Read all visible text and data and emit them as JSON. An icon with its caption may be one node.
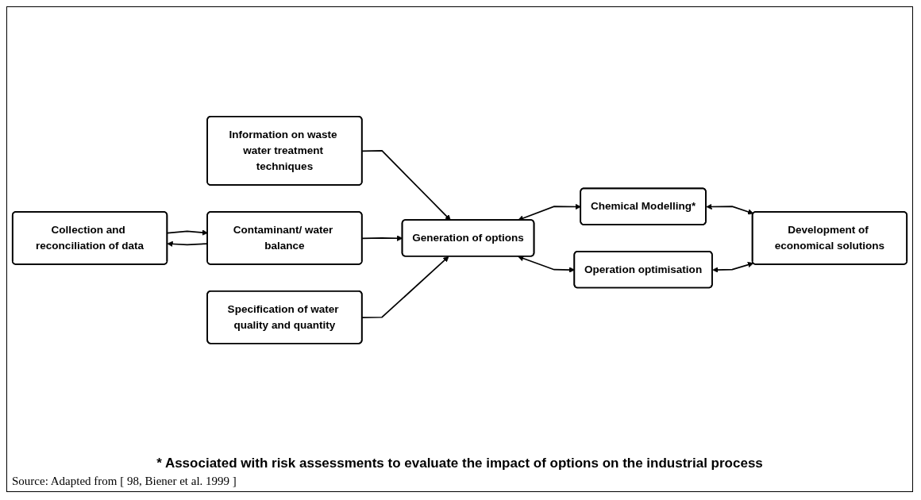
{
  "diagram": {
    "caption": "Source: Adapted from [ 98, Biener et al. 1999 ]",
    "nodes": [
      {
        "text": [
          "Information on waste water treatment techniques"
        ]
      },
      {
        "text": [
          "Collection and reconciliation of data"
        ]
      },
      {
        "text": [
          "Contaminant/ water balance"
        ]
      },
      {
        "text": [
          "Generation of options"
        ]
      },
      {
        "text": [
          "Chemical Modelling*"
        ]
      },
      {
        "text": [
          "Development of economical solutions"
        ]
      },
      {
        "text": [
          "Operation optimisation"
        ]
      },
      {
        "text": [
          "Specification of water quality and quantity"
        ]
      }
    ],
    "edges": [
      {
        "from": 0,
        "to": 3,
        "arrow": "to"
      },
      {
        "from": 1,
        "to": 2,
        "arrow": "to"
      },
      {
        "from": 2,
        "to": 1,
        "arrow": "to"
      },
      {
        "from": 2,
        "to": 3,
        "arrow": "to"
      },
      {
        "from": 7,
        "to": 3,
        "arrow": "to"
      },
      {
        "from": 3,
        "to": 4,
        "arrow": "both"
      },
      {
        "from": 4,
        "to": 5,
        "arrow": "both"
      },
      {
        "from": 3,
        "to": 6,
        "arrow": "both"
      },
      {
        "from": 6,
        "to": 5,
        "arrow": "both"
      }
    ],
    "labels": [
      "* Associated with risk assessments to evaluate the impact of options on the industrial process"
    ]
  }
}
